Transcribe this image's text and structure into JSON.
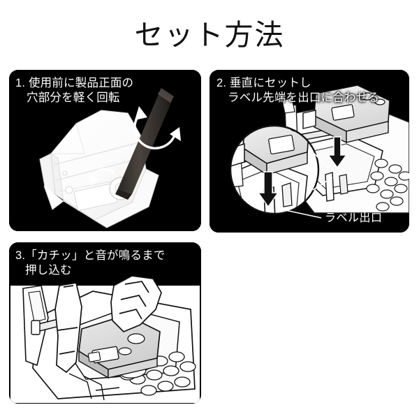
{
  "page": {
    "title": "セット方法",
    "background_color": "#ffffff",
    "panel_background_color": "#010101",
    "text_color": "#ffffff",
    "title_color": "#111111"
  },
  "panels": [
    {
      "number": "1.",
      "caption_line_1": "1. 使用前に製品正面の",
      "caption_line_2": "穴部分を軽く回転",
      "illustration": "label-cassette-with-rotating-rod",
      "annotations": []
    },
    {
      "number": "2.",
      "caption_line_1": "2. 垂直にセットし",
      "caption_line_2": "ラベル先端を出口に合わせる",
      "illustration": "printer-cassette-insertion-with-magnifier",
      "annotations": [
        {
          "text": "ラベル出口",
          "target": "label-exit-slot"
        }
      ]
    },
    {
      "number": "3.",
      "caption_line_1": "3.「カチッ」と音が鳴るまで",
      "caption_line_2": "押し込む",
      "illustration": "hands-pressing-cassette-into-printer",
      "annotations": []
    }
  ]
}
